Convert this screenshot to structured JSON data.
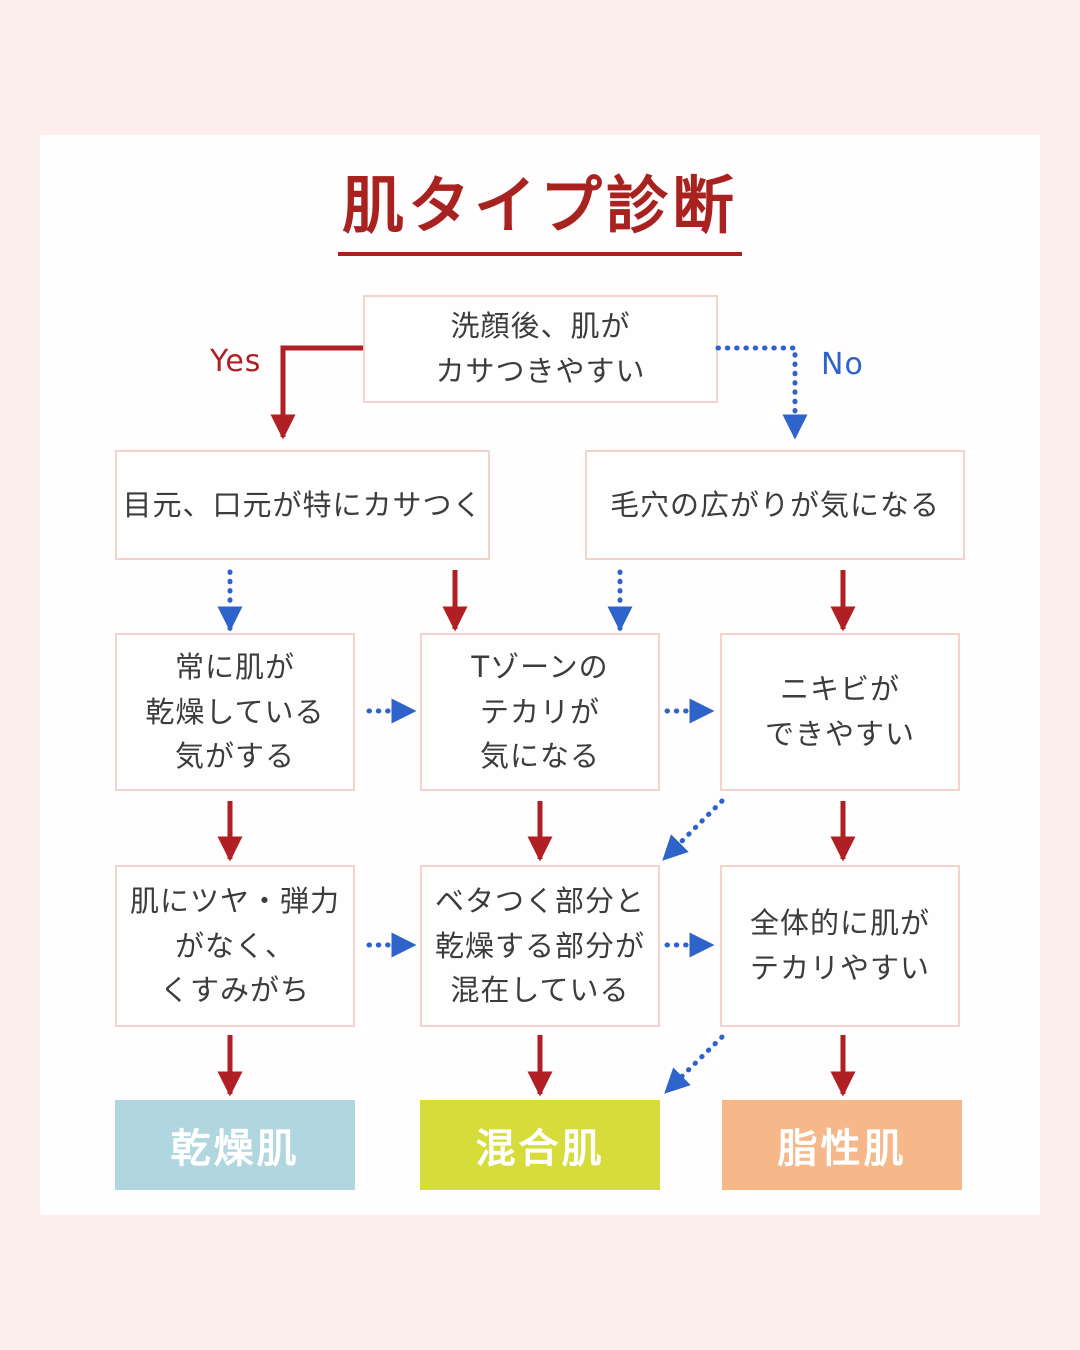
{
  "title": {
    "text": "肌タイプ診断",
    "color": "#a8221f"
  },
  "labels": {
    "yes": "Yes",
    "no": "No"
  },
  "colors": {
    "background": "#fceeec",
    "panel": "#fffdfd",
    "box_border": "#f3d3cb",
    "question_text": "#3c3c3c",
    "yes_arrow_red": "#b01f24",
    "no_arrow_blue": "#2e63c9",
    "result_text": "#ffffff",
    "dry_skin_bg": "#b0d7e0",
    "combination_skin_bg": "#d6dd3a",
    "oily_skin_bg": "#f6b888"
  },
  "flow": {
    "q1": {
      "lines": [
        "洗顔後、肌が",
        "カサつきやすい"
      ]
    },
    "q2a": {
      "text": "目元、口元が特にカサつく"
    },
    "q2b": {
      "text": "毛穴の広がりが気になる"
    },
    "q3a": {
      "lines": [
        "常に肌が",
        "乾燥している",
        "気がする"
      ]
    },
    "q3b": {
      "lines": [
        "Tゾーンの",
        "テカリが",
        "気になる"
      ]
    },
    "q3c": {
      "lines": [
        "ニキビが",
        "できやすい"
      ]
    },
    "q4a": {
      "lines": [
        "肌にツヤ・弾力",
        "がなく、",
        "くすみがち"
      ]
    },
    "q4b": {
      "lines": [
        "ベタつく部分と",
        "乾燥する部分が",
        "混在している"
      ]
    },
    "q4c": {
      "lines": [
        "全体的に肌が",
        "テカリやすい"
      ]
    },
    "results": {
      "dry": {
        "text": "乾燥肌"
      },
      "combination": {
        "text": "混合肌"
      },
      "oily": {
        "text": "脂性肌"
      }
    }
  },
  "legend_semantics": {
    "red_solid_arrow": "Yes",
    "blue_dotted_arrow": "No"
  }
}
